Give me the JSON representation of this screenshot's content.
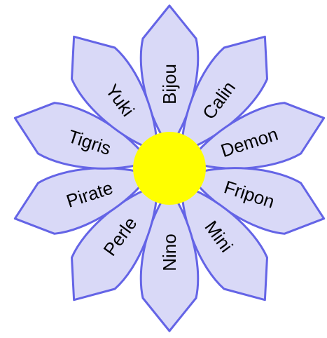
{
  "flower": {
    "petals": [
      {
        "label": "Bijou"
      },
      {
        "label": "Calin"
      },
      {
        "label": "Demon"
      },
      {
        "label": "Fripon"
      },
      {
        "label": "Mini"
      },
      {
        "label": "Nino"
      },
      {
        "label": "Perle"
      },
      {
        "label": "Pirate"
      },
      {
        "label": "Tigris"
      },
      {
        "label": "Yuki"
      }
    ],
    "colors": {
      "petal_fill": "#d9d9f7",
      "petal_stroke": "#6464e6",
      "center": "#ffff00",
      "text": "#000000"
    }
  }
}
